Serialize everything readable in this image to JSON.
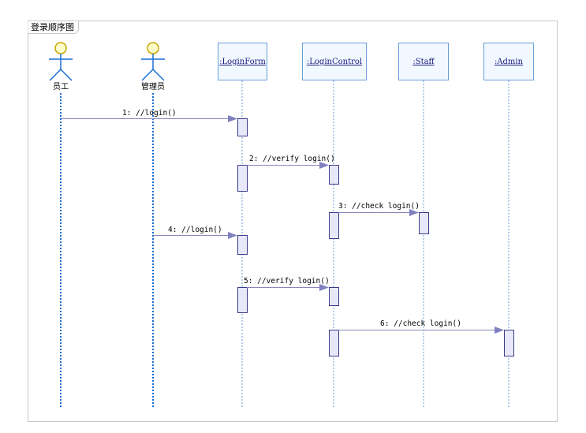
{
  "diagram": {
    "title": "登录顺序图",
    "colors": {
      "frame": "#c8c8c8",
      "actor_stroke": "#1a6fd4",
      "actor_head_fill": "#ffffcc",
      "actor_head_stroke": "#c9a400",
      "lifeline_actor": "#1a6fd4",
      "lifeline_object": "#6a9fd8",
      "object_fill": "#f2f8ff",
      "object_stroke": "#6a9fd8",
      "object_text": "#1a1a80",
      "activation_fill": "#e8e8fa",
      "activation_stroke": "#3a3a8a",
      "message_line": "#8888bb",
      "arrow_fill": "#8080c0"
    },
    "actors": [
      {
        "id": "employee",
        "label": "员工"
      },
      {
        "id": "admin_user",
        "label": "管理员"
      }
    ],
    "objects": [
      {
        "id": "loginform",
        "label": ":LoginForm"
      },
      {
        "id": "logincontrol",
        "label": ":LoginControl"
      },
      {
        "id": "staff",
        "label": ":Staff"
      },
      {
        "id": "admin",
        "label": ":Admin"
      }
    ],
    "messages": [
      {
        "seq": 1,
        "from": "employee",
        "to": "loginform",
        "label": "1: //login()"
      },
      {
        "seq": 2,
        "from": "loginform",
        "to": "logincontrol",
        "label": "2: //verify login()"
      },
      {
        "seq": 3,
        "from": "logincontrol",
        "to": "staff",
        "label": "3: //check login()"
      },
      {
        "seq": 4,
        "from": "admin_user",
        "to": "loginform",
        "label": "4: //login()"
      },
      {
        "seq": 5,
        "from": "loginform",
        "to": "logincontrol",
        "label": "5: //verify login()"
      },
      {
        "seq": 6,
        "from": "logincontrol",
        "to": "admin",
        "label": "6: //check login()"
      }
    ]
  }
}
